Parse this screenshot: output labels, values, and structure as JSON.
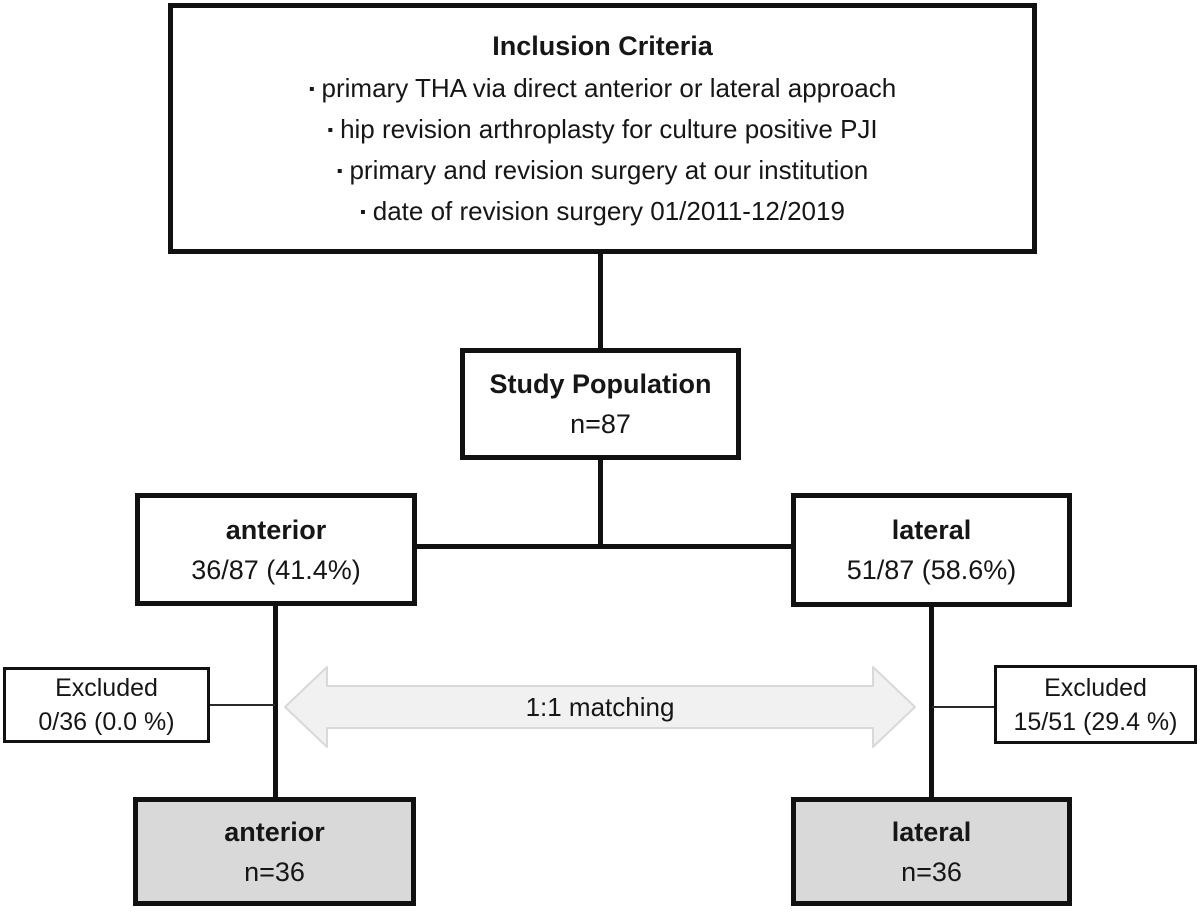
{
  "inclusion": {
    "title": "Inclusion Criteria",
    "bullet_glyph": "▪",
    "bullets": [
      "primary THA via direct anterior or lateral approach",
      "hip revision arthroplasty for culture positive PJI",
      "primary and revision surgery at our institution",
      "date of revision surgery 01/2011-12/2019"
    ]
  },
  "study_population": {
    "title": "Study Population",
    "count": "n=87"
  },
  "anterior_group": {
    "title": "anterior",
    "count": "36/87 (41.4%)"
  },
  "lateral_group": {
    "title": "lateral",
    "count": "51/87 (58.6%)"
  },
  "excluded_anterior": {
    "title": "Excluded",
    "count": "0/36 (0.0 %)"
  },
  "excluded_lateral": {
    "title": "Excluded",
    "count": "15/51 (29.4 %)"
  },
  "matching": {
    "label": "1:1 matching"
  },
  "matched_anterior": {
    "title": "anterior",
    "count": "n=36"
  },
  "matched_lateral": {
    "title": "lateral",
    "count": "n=36"
  },
  "colors": {
    "border": "#111111",
    "matched_fill": "#d9d9d9",
    "arrow_fill": "#f1f1f1",
    "arrow_stroke": "#d9d9d9",
    "background": "#ffffff",
    "text": "#161616"
  }
}
